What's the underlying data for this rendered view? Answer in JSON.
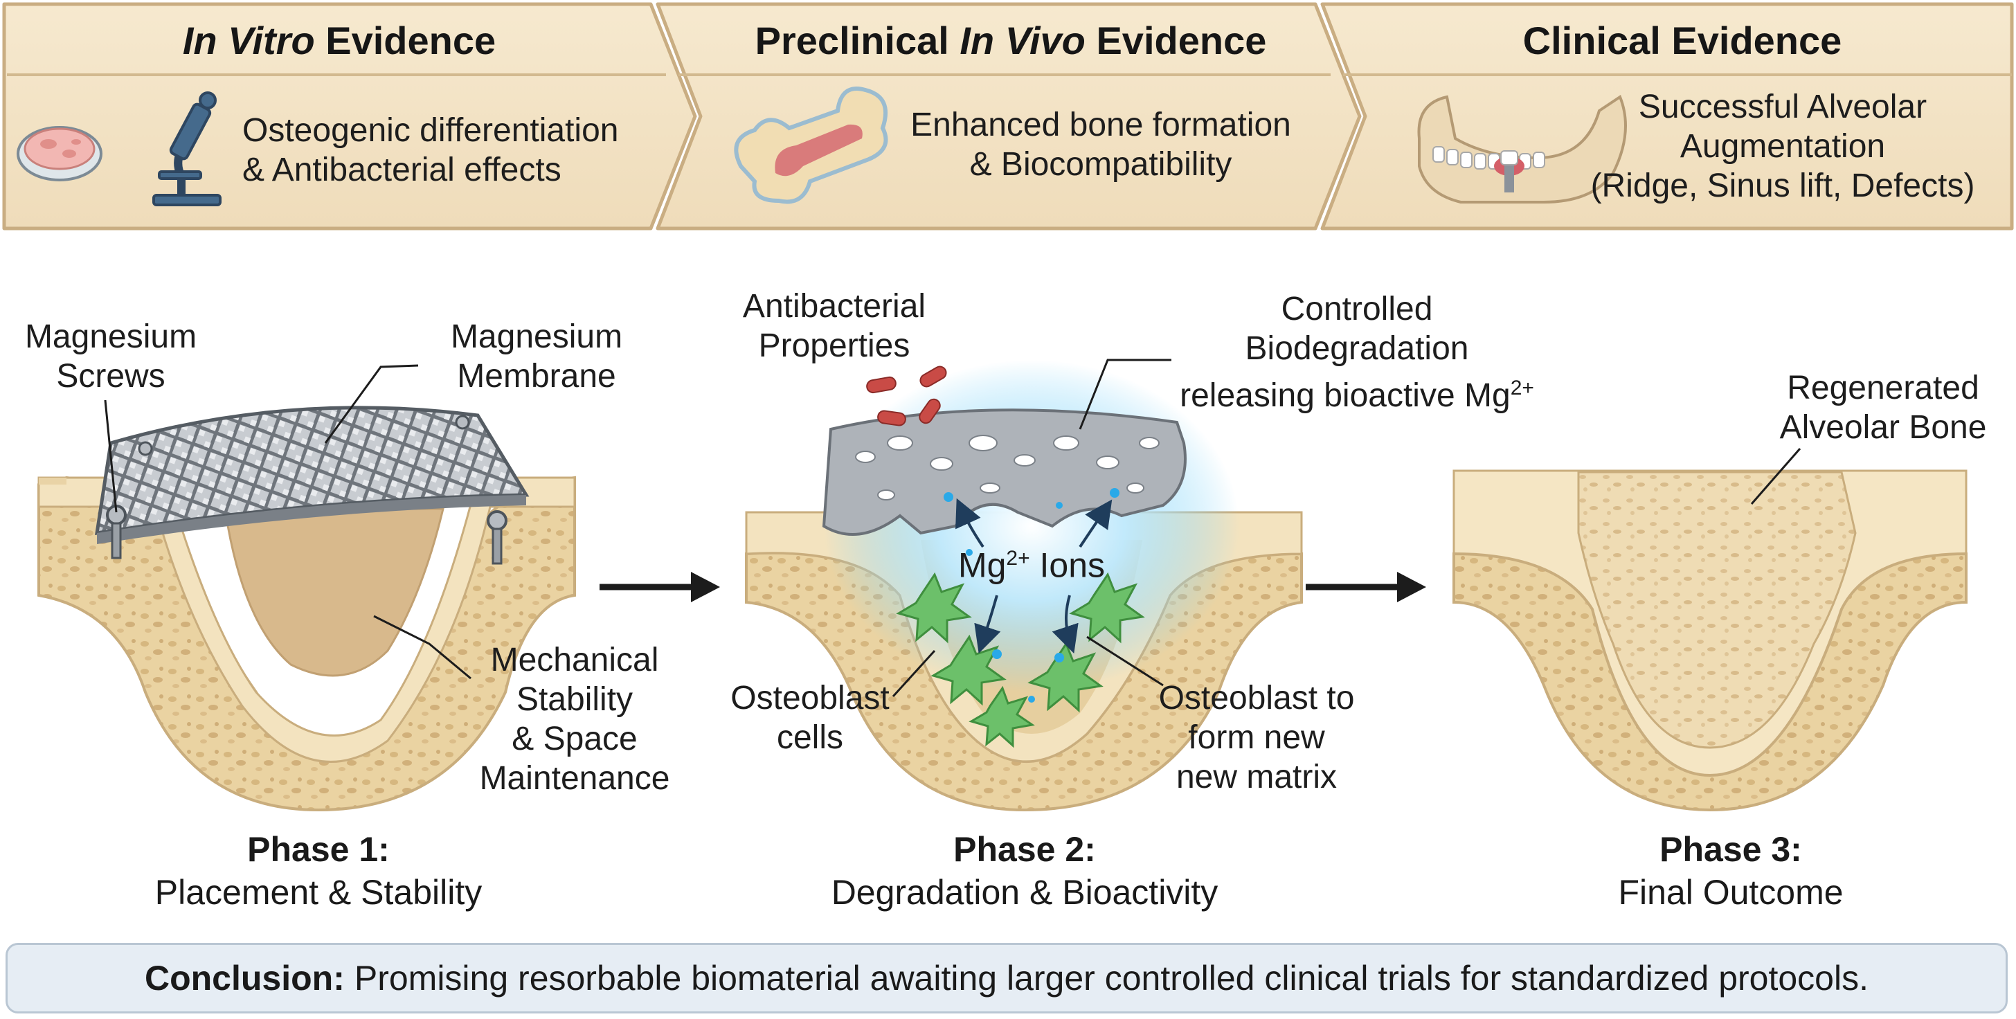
{
  "evidence": [
    {
      "title_italic": "In Vitro",
      "title_rest": " Evidence",
      "text_lines": [
        "Osteogenic differentiation",
        "& Antibacterial effects"
      ]
    },
    {
      "title_pre": "Preclinical ",
      "title_italic": "In Vivo",
      "title_rest": " Evidence",
      "text_lines": [
        "Enhanced bone formation",
        "& Biocompatibility"
      ]
    },
    {
      "title": "Clinical Evidence",
      "text_lines": [
        "Successful Alveolar",
        "Augmentation",
        "(Ridge, Sinus lift, Defects)"
      ]
    }
  ],
  "labels": {
    "screws": [
      "Magnesium",
      "Screws"
    ],
    "membrane": [
      "Magnesium",
      "Membrane"
    ],
    "mechanical": [
      "Mechanical",
      "Stability",
      "& Space",
      "Maintenance"
    ],
    "antibacterial": [
      "Antibacterial",
      "Properties"
    ],
    "biodeg": [
      "Controlled",
      "Biodegradation",
      "releasing bioactive Mg"
    ],
    "biodeg_sup": "2+",
    "ions_pre": "Mg",
    "ions_sup": "2+",
    "ions_post": " Ions",
    "osteoblast_cells": [
      "Osteoblast",
      "cells"
    ],
    "osteoblast_matrix": [
      "Osteoblast to",
      "form new",
      "new matrix"
    ],
    "regenerated": [
      "Regenerated",
      "Alveolar Bone"
    ]
  },
  "phases": [
    {
      "title": "Phase 1:",
      "desc": "Placement & Stability"
    },
    {
      "title": "Phase 2:",
      "desc": "Degradation & Bioactivity"
    },
    {
      "title": "Phase 3:",
      "desc": "Final Outcome"
    }
  ],
  "conclusion": {
    "bold": "Conclusion:",
    "text": "Promising resorbable biomaterial awaiting larger controlled clinical trials for standardized protocols."
  },
  "colors": {
    "banner_fill": "#f3e4c8",
    "banner_stroke": "#cdb48b",
    "bone_light": "#f1dcb0",
    "bone_dark": "#dcc08c",
    "defect_fill": "#d8b98c",
    "mesh": "#9aa0a6",
    "osteoblast": "#6cc06a",
    "ion_glow": "#8fd8f5",
    "bacteria": "#c94b46",
    "conclusion_fill": "#e6edf4"
  }
}
